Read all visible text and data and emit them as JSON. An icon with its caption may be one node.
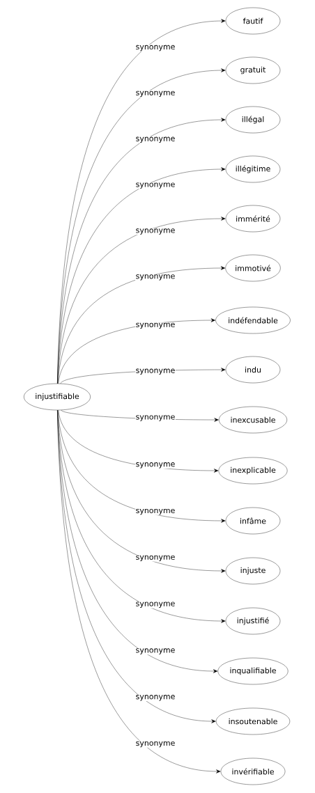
{
  "diagram": {
    "nodes": [
      {
        "text": [
          "injustifiable"
        ]
      },
      {
        "text": [
          "fautif"
        ]
      },
      {
        "text": [
          "gratuit"
        ]
      },
      {
        "text": [
          "illégal"
        ]
      },
      {
        "text": [
          "illégitime"
        ]
      },
      {
        "text": [
          "immérité"
        ]
      },
      {
        "text": [
          "immotivé"
        ]
      },
      {
        "text": [
          "indéfendable"
        ]
      },
      {
        "text": [
          "indu"
        ]
      },
      {
        "text": [
          "inexcusable"
        ]
      },
      {
        "text": [
          "inexplicable"
        ]
      },
      {
        "text": [
          "infâme"
        ]
      },
      {
        "text": [
          "injuste"
        ]
      },
      {
        "text": [
          "injustifié"
        ]
      },
      {
        "text": [
          "inqualifiable"
        ]
      },
      {
        "text": [
          "insoutenable"
        ]
      },
      {
        "text": [
          "invérifiable"
        ]
      }
    ],
    "edges": [
      {
        "from": 0,
        "to": 1,
        "arrow": "to",
        "label": "synonyme"
      },
      {
        "from": 0,
        "to": 2,
        "arrow": "to",
        "label": "synonyme"
      },
      {
        "from": 0,
        "to": 3,
        "arrow": "to",
        "label": "synonyme"
      },
      {
        "from": 0,
        "to": 4,
        "arrow": "to",
        "label": "synonyme"
      },
      {
        "from": 0,
        "to": 5,
        "arrow": "to",
        "label": "synonyme"
      },
      {
        "from": 0,
        "to": 6,
        "arrow": "to",
        "label": "synonyme"
      },
      {
        "from": 0,
        "to": 7,
        "arrow": "to",
        "label": "synonyme"
      },
      {
        "from": 0,
        "to": 8,
        "arrow": "to",
        "label": "synonyme"
      },
      {
        "from": 0,
        "to": 9,
        "arrow": "to",
        "label": "synonyme"
      },
      {
        "from": 0,
        "to": 10,
        "arrow": "to",
        "label": "synonyme"
      },
      {
        "from": 0,
        "to": 11,
        "arrow": "to",
        "label": "synonyme"
      },
      {
        "from": 0,
        "to": 12,
        "arrow": "to",
        "label": "synonyme"
      },
      {
        "from": 0,
        "to": 13,
        "arrow": "to",
        "label": "synonyme"
      },
      {
        "from": 0,
        "to": 14,
        "arrow": "to",
        "label": "synonyme"
      },
      {
        "from": 0,
        "to": 15,
        "arrow": "to",
        "label": "synonyme"
      },
      {
        "from": 0,
        "to": 16,
        "arrow": "to",
        "label": "synonyme"
      }
    ]
  }
}
